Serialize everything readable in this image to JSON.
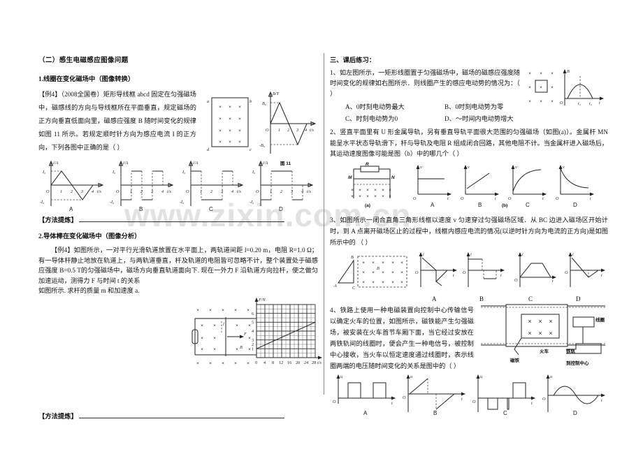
{
  "watermark": {
    "text": "www.zixin.com.cn"
  },
  "left": {
    "section_title": "（二）感生电磁感应图像问题",
    "topic1_title": "1.线圈在变化磁场中（图像转换）",
    "example4_body": "【例4】（2008全国卷）矩形导线框 abcd 固定在匀强磁场中，磁感线的方向与导线框所在平面垂直，规定磁场的正方向垂直低面向里，磁感应强度 B 随时间变化的规律如图 11 所示。若规定顺时针方向为感应电流 I 的正方向，下列各图中正确的是（          ）",
    "fig11": {
      "caption": "图 11",
      "coil_labels": [
        "a",
        "b",
        "d",
        "c"
      ],
      "cross": "×",
      "yaxis_label": "B/T",
      "xaxis_label": "t/s",
      "origin": "O",
      "yticks": [
        "B₀",
        "-B₀"
      ],
      "xticks": [
        "1",
        "2",
        "3",
        "4"
      ]
    },
    "options": [
      {
        "id": "A",
        "ylabel": "i/A",
        "xlabel": "t/s",
        "origin": "O",
        "ytop": "I₀",
        "ybot": "-I₀",
        "xticks": [
          "1",
          "2",
          "3",
          "4"
        ]
      },
      {
        "id": "B",
        "ylabel": "i/A",
        "xlabel": "t/s",
        "origin": "O",
        "ytop": "I₀",
        "ybot": "-I₀",
        "xticks": [
          "1",
          "2",
          "3",
          "4"
        ]
      },
      {
        "id": "C",
        "ylabel": "i/A",
        "xlabel": "t/s",
        "origin": "O",
        "ytop": "I₀",
        "ybot": "-I₀",
        "xticks": [
          "1",
          "2",
          "3",
          "4"
        ]
      },
      {
        "id": "D",
        "ylabel": "i/A",
        "xlabel": "t/s",
        "origin": "O",
        "ytop": "I₀",
        "ybot": "-I₀",
        "xticks": [
          "1",
          "2",
          "3",
          "4"
        ]
      }
    ],
    "method_label_1": "【方法提炼】",
    "topic2_title": "2.导体棒在变化磁场中（图像分析）",
    "example4b_body": "【例4】如图所示，一对平行光滑轨道放置在水平面上，两轨道间距 l=0.20 m，电阻 R=1.0 Ω；有一导体杆静止地放在轨道上，与两轨道垂直，杆及轨道的电阻皆可忽略不计，整个装置处于磁感应强度 B=0.5 T的匀强磁场中，磁场方向垂直轨道面向下. 现在一外力 F 沿轨道方向拉杆，使之做匀加速运动，测得力 F 与时间 t 的关系",
    "example4b_body2": "如图所示. 求杆的质量 m 和加速度 a.",
    "rail_fig": {
      "cross": "×",
      "l_label": "l",
      "F_label": "F",
      "B_label": "B"
    },
    "ft_graph": {
      "ylabel": "F/N",
      "xlabel": "t/s",
      "yticks": [
        "1",
        "2",
        "3",
        "4",
        "5",
        "6"
      ],
      "xticks": [
        "0",
        "4",
        "8",
        "12",
        "16",
        "20",
        "24",
        "28"
      ],
      "line_points": "from (0,1.0) to (28,3.9)"
    },
    "method_label_2": "【方法提炼】"
  },
  "right": {
    "section_title": "三、课后练习：",
    "q1": {
      "text": "1、如左图所示，一矩形线圈置于匀强磁场中，磁场的磁感应强度随时间变化的规律如右图所示．则线圈产生的感应电动势的情况为：（  ）",
      "choices": [
        "A、0时刻电动势最大",
        "B、0时刻电动势为零",
        "C、时刻电动势为0",
        "D、～时间内电动势增大"
      ],
      "fig": {
        "cross": "×",
        "yaxis": "B",
        "xaxis": "t",
        "origin": "O",
        "xticks": [
          "t₁",
          "t₂"
        ]
      }
    },
    "q2": {
      "text": "2、竖直平面里有 U 形金属导轨，另有垂直导轨平面很大范围的匀强磁场（如图(a)）。金属杆 MN 能呈水平状态导轨滑下，杆与导轨及电阻 R 组成闭合回路，其他电阻不计。当金属杆进入磁场后，其运动速度图像可能是图（b）中的哪几个（     ）",
      "fig_a_label": "(a)",
      "fig_b_label": "(b)",
      "fig_a": {
        "R": "R",
        "M": "M",
        "N": "N",
        "cross": "×"
      },
      "options": [
        {
          "id": "A",
          "ylabel": "v",
          "xlabel": "t",
          "origin": "O"
        },
        {
          "id": "B",
          "ylabel": "v",
          "xlabel": "t",
          "origin": "O"
        },
        {
          "id": "C",
          "ylabel": "v",
          "xlabel": "t",
          "origin": "O"
        },
        {
          "id": "D",
          "ylabel": "v",
          "xlabel": "t",
          "origin": "O"
        }
      ]
    },
    "q3": {
      "text": "3、如图所示一闭合直角三角形线框以速度 v 匀速穿过匀强磁场区域．从 BC 边进入磁场区开始计时，到 A 点离开磁场区止的过程中，线框内感应电流的情况(以逆时针方向为电流的正方向)是如图所示中的 （       ）",
      "fig": {
        "cross": "×",
        "vertices": [
          "A",
          "B",
          "C"
        ],
        "field_label": "B"
      },
      "options": [
        {
          "id": "A",
          "ylabel": "i",
          "xlabel": "t",
          "origin": "O"
        },
        {
          "id": "B",
          "ylabel": "i",
          "xlabel": "t",
          "origin": "O"
        },
        {
          "id": "C",
          "ylabel": "i",
          "xlabel": "t",
          "origin": "O"
        },
        {
          "id": "D",
          "ylabel": "i",
          "xlabel": "t",
          "origin": "O"
        }
      ]
    },
    "q4": {
      "text": "4、铁路上使用一种电磁装置向控制中心传输信号以确定火车的位置，如图所示，磁铁能产生匀强磁场，被安装在火车首节车厢下面，当它经过安放在两铁轨间的线圈时，便会产生一种电信号，被控制中心接收，当火车以恒定速度通过线圈时，表示线圈两端的电压随时间变化的关系是图中的（     ）",
      "fig": {
        "cross": "×",
        "magnet_label": "磁铁",
        "train_label": "火车",
        "rail_label": "铁轨",
        "coil_label": "线圈",
        "center_label": "到控制中心"
      },
      "options": [
        {
          "id": "A",
          "ylabel": "u",
          "xlabel": "t",
          "origin": "O"
        },
        {
          "id": "B",
          "ylabel": "u",
          "xlabel": "t",
          "origin": "O"
        },
        {
          "id": "C",
          "ylabel": "u",
          "xlabel": "t",
          "origin": "O"
        },
        {
          "id": "D",
          "ylabel": "u",
          "xlabel": "t",
          "origin": "O"
        }
      ]
    }
  },
  "chart_data": [
    {
      "type": "line",
      "title": "图 11  B-t 图像",
      "xlabel": "t/s",
      "ylabel": "B/T",
      "x": [
        0,
        1,
        2,
        3,
        4
      ],
      "values": [
        0,
        1,
        0,
        -1,
        0
      ],
      "ytick_labels": [
        "B₀",
        "-B₀"
      ],
      "xlim": [
        0,
        4.4
      ],
      "ylim": [
        -1.25,
        1.25
      ],
      "grid": false
    },
    {
      "type": "line",
      "title": "选项 A  i-t",
      "xlabel": "t/s",
      "ylabel": "i/A",
      "x": [
        0,
        1,
        2,
        3,
        4
      ],
      "values": [
        0,
        1,
        0,
        -1,
        0
      ],
      "ytick_labels": [
        "I₀",
        "-I₀"
      ],
      "xlim": [
        0,
        4.4
      ],
      "ylim": [
        -1.25,
        1.25
      ],
      "grid": false
    },
    {
      "type": "line",
      "title": "选项 B  i-t (方波)",
      "xlabel": "t/s",
      "ylabel": "i/A",
      "x": [
        0,
        1,
        1,
        2,
        2,
        3,
        3,
        4
      ],
      "values": [
        -1,
        -1,
        1,
        1,
        -1,
        -1,
        1,
        1
      ],
      "ytick_labels": [
        "I₀",
        "-I₀"
      ],
      "xlim": [
        0,
        4.4
      ],
      "ylim": [
        -1.25,
        1.25
      ],
      "grid": false
    },
    {
      "type": "line",
      "title": "选项 C  i-t (方波)",
      "xlabel": "t/s",
      "ylabel": "i/A",
      "x": [
        0,
        1,
        1,
        3,
        3,
        4
      ],
      "values": [
        1,
        1,
        -1,
        -1,
        1,
        1
      ],
      "ytick_labels": [
        "I₀",
        "-I₀"
      ],
      "xlim": [
        0,
        4.4
      ],
      "ylim": [
        -1.25,
        1.25
      ],
      "grid": false
    },
    {
      "type": "line",
      "title": "选项 D  i-t (方波)",
      "xlabel": "t/s",
      "ylabel": "i/A",
      "x": [
        0,
        1,
        1,
        3,
        3,
        4
      ],
      "values": [
        -1,
        -1,
        1,
        1,
        -1,
        -1
      ],
      "ytick_labels": [
        "I₀",
        "-I₀"
      ],
      "xlim": [
        0,
        4.4
      ],
      "ylim": [
        -1.25,
        1.25
      ],
      "grid": false
    },
    {
      "type": "line",
      "title": "F-t 图像 (例4)",
      "xlabel": "t/s",
      "ylabel": "F/N",
      "x": [
        0,
        4,
        8,
        12,
        16,
        20,
        24,
        28
      ],
      "values": [
        1.0,
        1.4,
        1.8,
        2.2,
        2.6,
        3.0,
        3.5,
        3.9
      ],
      "xlim": [
        0,
        30
      ],
      "ylim": [
        0,
        6.8
      ],
      "grid": true,
      "gridline_x": [
        0,
        4,
        8,
        12,
        16,
        20,
        24,
        28
      ],
      "gridline_y": [
        1,
        2,
        3,
        4,
        5,
        6
      ]
    },
    {
      "type": "line",
      "title": "练习1  B-t 图像 (半个正弦)",
      "xlabel": "t",
      "ylabel": "B",
      "x": [
        0,
        0.5,
        1.0
      ],
      "values": [
        0,
        1,
        0
      ],
      "xtick_labels": [
        "t₁",
        "t₂"
      ],
      "xlim": [
        0,
        1.3
      ],
      "ylim": [
        0,
        1.2
      ],
      "grid": false
    }
  ]
}
